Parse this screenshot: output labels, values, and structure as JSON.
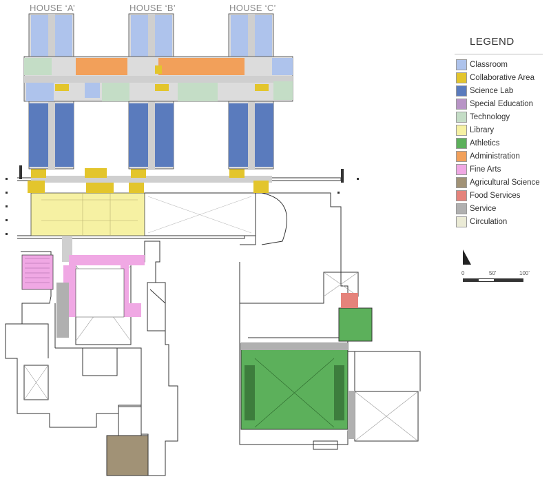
{
  "houses": [
    "HOUSE ‘A’",
    "HOUSE ‘B’",
    "HOUSE ‘C’"
  ],
  "legend": {
    "title": "LEGEND",
    "items": [
      {
        "label": "Classroom",
        "color": "#aec3ec"
      },
      {
        "label": "Collaborative Area",
        "color": "#e3c52c"
      },
      {
        "label": "Science Lab",
        "color": "#5a7bbd"
      },
      {
        "label": "Special Education",
        "color": "#b894c6"
      },
      {
        "label": "Technology",
        "color": "#c4ddc6"
      },
      {
        "label": "Library",
        "color": "#f6f1a3"
      },
      {
        "label": "Athletics",
        "color": "#5cb05b"
      },
      {
        "label": "Administration",
        "color": "#f2a05a"
      },
      {
        "label": "Fine Arts",
        "color": "#f0a8e4"
      },
      {
        "label": "Agricultural Science",
        "color": "#a19276"
      },
      {
        "label": "Food Services",
        "color": "#e5837b"
      },
      {
        "label": "Service",
        "color": "#b0b0b0"
      },
      {
        "label": "Circulation",
        "color": "#ebebd6"
      }
    ]
  },
  "scale": {
    "labels": [
      "0",
      "50'",
      "100'"
    ]
  }
}
